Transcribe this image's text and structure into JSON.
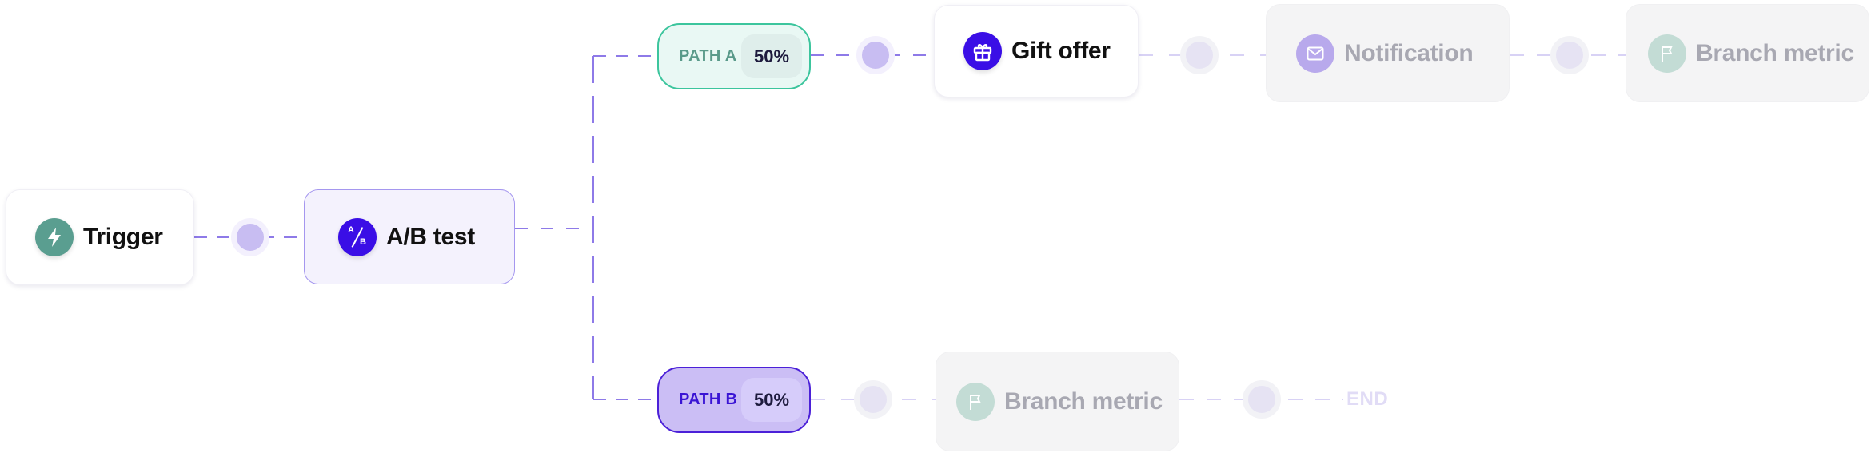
{
  "diagram": {
    "title": "A/B test journey flow",
    "nodes": {
      "trigger": {
        "label": "Trigger",
        "icon": "lightning-icon",
        "icon_color": "#5a9e90",
        "state": "active"
      },
      "ab_test": {
        "label": "A/B test",
        "icon": "ab-split-icon",
        "icon_glyph_top": "A",
        "icon_glyph_bottom": "B",
        "icon_color": "#3a0ee6",
        "state": "active"
      },
      "path_a": {
        "label": "PATH A",
        "percent": "50%",
        "state": "active"
      },
      "path_b": {
        "label": "PATH B",
        "percent": "50%",
        "state": "selected"
      },
      "gift_offer": {
        "label": "Gift offer",
        "icon": "gift-icon",
        "icon_color": "#3a0ee6",
        "state": "active"
      },
      "notification": {
        "label": "Notification",
        "icon": "mail-icon",
        "icon_color": "#b8a9ec",
        "state": "disabled"
      },
      "branch_metric_a": {
        "label": "Branch metric",
        "icon": "flag-icon",
        "icon_color": "#c3dcd5",
        "state": "disabled"
      },
      "branch_metric_b": {
        "label": "Branch metric",
        "icon": "flag-icon",
        "icon_color": "#c3dcd5",
        "state": "disabled"
      },
      "end": {
        "label": "END",
        "state": "disabled"
      }
    },
    "edges": [
      {
        "from": "trigger",
        "to": "ab_test",
        "active": true
      },
      {
        "from": "ab_test",
        "to": "path_a",
        "active": true
      },
      {
        "from": "ab_test",
        "to": "path_b",
        "active": true
      },
      {
        "from": "path_a",
        "to": "gift_offer",
        "active": true
      },
      {
        "from": "gift_offer",
        "to": "notification",
        "active": false
      },
      {
        "from": "notification",
        "to": "branch_metric_a",
        "active": false
      },
      {
        "from": "path_b",
        "to": "branch_metric_b",
        "active": false
      },
      {
        "from": "branch_metric_b",
        "to": "end",
        "active": false
      }
    ],
    "colors": {
      "line_active": "#8e7ae8",
      "line_idle": "#d8d2f5",
      "accent": "#3a0ee6",
      "path_a_border": "#3cc59d",
      "path_b_border": "#4b20d8"
    }
  }
}
